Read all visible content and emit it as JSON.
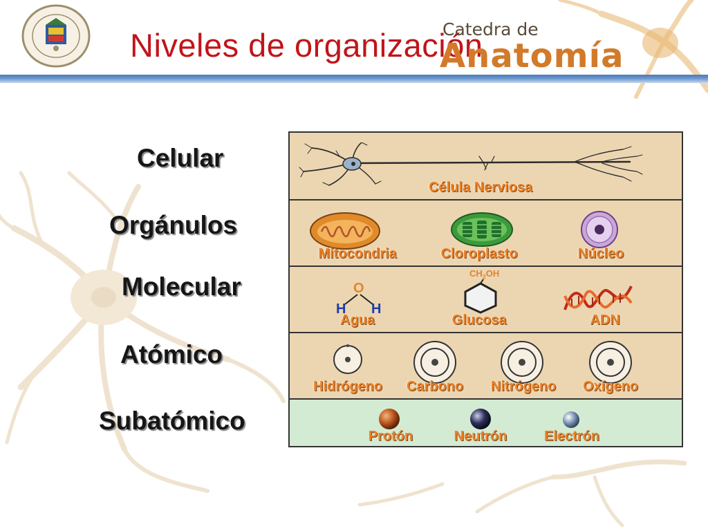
{
  "slide": {
    "title": "Niveles de organización",
    "logo": {
      "line1": "Catedra de",
      "line2": "Anatomía"
    }
  },
  "levels": [
    {
      "label": "Celular"
    },
    {
      "label": "Orgánulos"
    },
    {
      "label": "Molecular"
    },
    {
      "label": "Atómico"
    },
    {
      "label": "Subatómico"
    }
  ],
  "panel": {
    "celular": {
      "items": [
        "Célula Nerviosa"
      ]
    },
    "organulos": {
      "items": [
        "Mitocondria",
        "Cloroplasto",
        "Núcleo"
      ]
    },
    "molecular": {
      "items": [
        "Agua",
        "Glucosa",
        "ADN"
      ],
      "water_atoms": {
        "o": "O",
        "h1": "H",
        "h2": "H"
      },
      "glucose_group": "CH2OH"
    },
    "atomico": {
      "items": [
        "Hidrógeno",
        "Carbono",
        "Nitrógeno",
        "Oxígeno"
      ]
    },
    "subatomico": {
      "items": [
        "Protón",
        "Neutrón",
        "Electrón"
      ]
    }
  },
  "colors": {
    "title": "#c0151a",
    "caption": "#ec8127",
    "row_bg": "#ecd6b2",
    "last_row_bg": "#d3ebd2",
    "band": "#4a7ab8"
  }
}
